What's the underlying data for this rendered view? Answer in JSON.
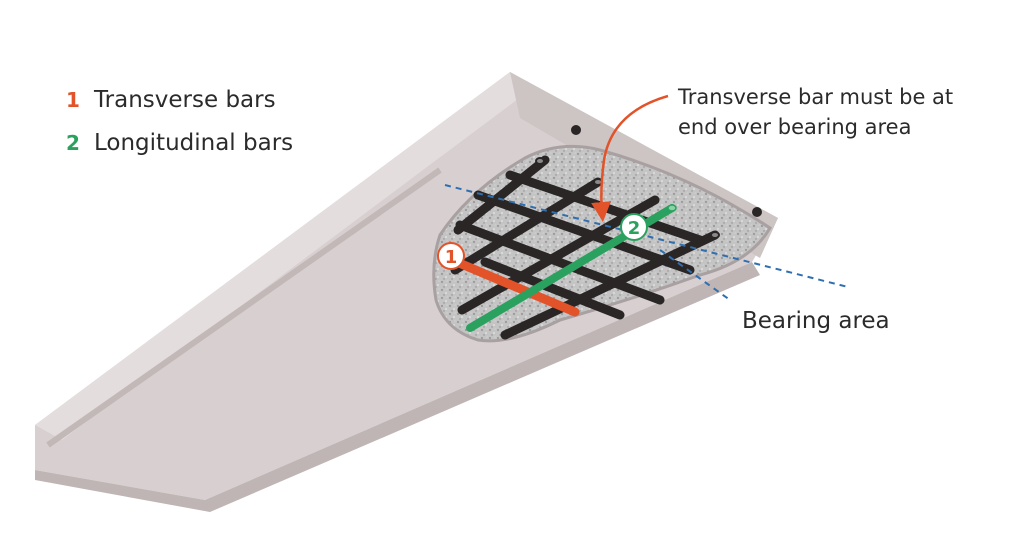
{
  "legend": {
    "items": [
      {
        "number": "1",
        "label": "Transverse bars",
        "color": "#e2532a"
      },
      {
        "number": "2",
        "label": "Longitudinal bars",
        "color": "#2aa15e"
      }
    ]
  },
  "callouts": {
    "note_line1": "Transverse bar must be at",
    "note_line2": "end over bearing area",
    "bearing": "Bearing area"
  },
  "markers": {
    "transverse": "1",
    "longitudinal": "2"
  },
  "colors": {
    "concrete": "#d8d0d0",
    "concrete_dark": "#b9aeae",
    "rebar": "#2b2626",
    "transverse": "#e2532a",
    "longitudinal": "#2aa15e",
    "arrow": "#e2532a",
    "bearing_line": "#2f6fb0"
  }
}
